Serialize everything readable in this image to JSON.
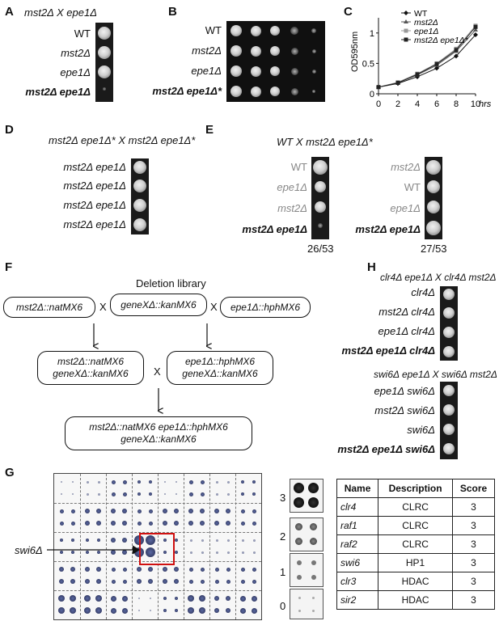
{
  "panels": {
    "A": "A",
    "B": "B",
    "C": "C",
    "D": "D",
    "E": "E",
    "F": "F",
    "G": "G",
    "H": "H"
  },
  "panelA": {
    "cross": "mst2Δ  X  epe1Δ",
    "rows": [
      "WT",
      "mst2Δ",
      "epe1Δ",
      "mst2Δ epe1Δ"
    ]
  },
  "panelB": {
    "rows": [
      "WT",
      "mst2Δ",
      "epe1Δ",
      "mst2Δ epe1Δ*"
    ]
  },
  "panelC": {
    "ylabel": "OD595nm",
    "xlabel": "hrs",
    "legend": [
      "WT",
      "mst2Δ",
      "epe1Δ",
      "mst2Δ epe1Δ*"
    ]
  },
  "chart_data": {
    "type": "line",
    "x": [
      0,
      2,
      4,
      6,
      8,
      10
    ],
    "xlim": [
      0,
      10
    ],
    "ylim": [
      0,
      1.25
    ],
    "xticks": [
      "0",
      "2",
      "4",
      "6",
      "8",
      "10"
    ],
    "yticks": [
      "0",
      "0.5",
      "1"
    ],
    "xlabel": "hrs",
    "ylabel": "OD595nm",
    "series": [
      {
        "name": "WT",
        "values": [
          0.11,
          0.17,
          0.28,
          0.42,
          0.62,
          0.97
        ]
      },
      {
        "name": "mst2Δ",
        "values": [
          0.11,
          0.18,
          0.31,
          0.47,
          0.7,
          1.05
        ]
      },
      {
        "name": "epe1Δ",
        "values": [
          0.11,
          0.19,
          0.33,
          0.5,
          0.74,
          1.12
        ]
      },
      {
        "name": "mst2Δ epe1Δ*",
        "values": [
          0.11,
          0.18,
          0.32,
          0.49,
          0.72,
          1.1
        ]
      }
    ],
    "colors": [
      "#111111",
      "#555555",
      "#999999",
      "#222222"
    ],
    "legend_position": "top-right"
  },
  "panelD": {
    "cross": "mst2Δ epe1Δ* X  mst2Δ epe1Δ*",
    "rows": [
      "mst2Δ epe1Δ",
      "mst2Δ epe1Δ",
      "mst2Δ epe1Δ",
      "mst2Δ epe1Δ"
    ]
  },
  "panelE": {
    "cross": "WT  X  mst2Δ epe1Δ*",
    "left": [
      "WT",
      "epe1Δ",
      "mst2Δ",
      "mst2Δ epe1Δ"
    ],
    "right": [
      "mst2Δ",
      "WT",
      "epe1Δ",
      "mst2Δ epe1Δ"
    ],
    "left_count": "26/53",
    "right_count": "27/53"
  },
  "panelF": {
    "library": "Deletion library",
    "box1": "mst2Δ::natMX6",
    "box2": "geneXΔ::kanMX6",
    "box3": "epe1Δ::hphMX6",
    "box4a": "mst2Δ::natMX6",
    "box4b": "geneXΔ::kanMX6",
    "box5a": "epe1Δ::hphMX6",
    "box5b": "geneXΔ::kanMX6",
    "box6a": "mst2Δ::natMX6 epe1Δ::hphMX6",
    "box6b": "geneXΔ::kanMX6",
    "x": "X"
  },
  "panelH": {
    "cross1": "clr4Δ epe1Δ X clr4Δ mst2Δ",
    "rows1": [
      "clr4Δ",
      "mst2Δ clr4Δ",
      "epe1Δ clr4Δ",
      "mst2Δ epe1Δ clr4Δ"
    ],
    "cross2": "swi6Δ epe1Δ  X  swi6Δ mst2Δ",
    "rows2": [
      "epe1Δ swi6Δ",
      "mst2Δ swi6Δ",
      "swi6Δ",
      "mst2Δ epe1Δ swi6Δ"
    ]
  },
  "panelG": {
    "arrow_label": "swi6Δ",
    "scores": [
      "3",
      "2",
      "1",
      "0"
    ],
    "table": {
      "headers": [
        "Name",
        "Description",
        "Score"
      ],
      "rows": [
        [
          "clr4",
          "CLRC",
          "3"
        ],
        [
          "raf1",
          "CLRC",
          "3"
        ],
        [
          "raf2",
          "CLRC",
          "3"
        ],
        [
          "swi6",
          "HP1",
          "3"
        ],
        [
          "clr3",
          "HDAC",
          "3"
        ],
        [
          "sir2",
          "HDAC",
          "3"
        ]
      ]
    }
  }
}
